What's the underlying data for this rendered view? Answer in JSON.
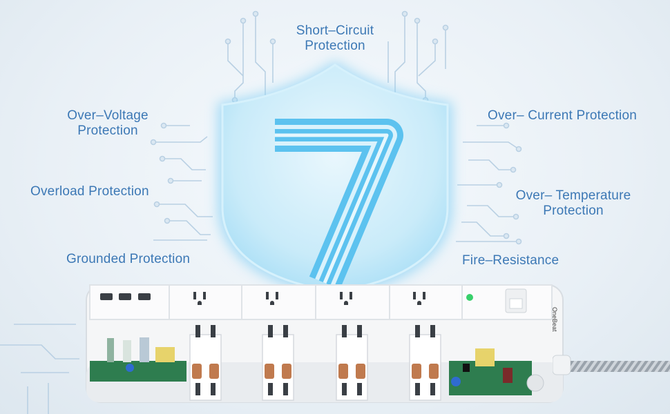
{
  "headline_number": "7",
  "features": {
    "short_circuit": "Short–Circuit\nProtection",
    "over_voltage": "Over–Voltage\nProtection",
    "over_current": "Over– Current Protection",
    "overload": "Overload Protection",
    "over_temperature": "Over– Temperature\nProtection",
    "grounded": "Grounded Protection",
    "fire_resistance": "Fire–Resistance"
  },
  "product": {
    "brand_text": "OneBeat",
    "usb_port_count": 3,
    "ac_outlet_columns": 4
  },
  "colors": {
    "label_text": "#3c78b5",
    "shield_glow": "#8fd3f4",
    "numeral": "#5cc2ef",
    "circuit_lines": "#b9d0e3",
    "strip_body": "#f5f6f7",
    "pcb_green": "#2e7d4f"
  }
}
